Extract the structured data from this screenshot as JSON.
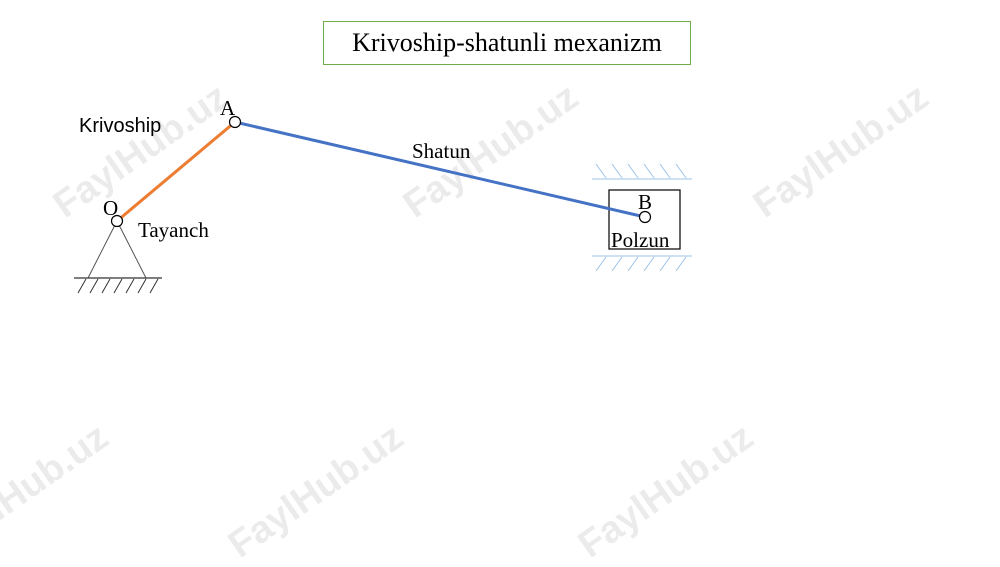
{
  "title": "Krivoship-shatunli mexanizm",
  "labels": {
    "crank": "Krivoship",
    "connecting_rod": "Shatun",
    "support": "Tayanch",
    "slider": "Polzun",
    "point_A": "A",
    "point_O": "O",
    "point_B": "B"
  },
  "watermark": "FaylHub.uz",
  "colors": {
    "crank": "#ed7d31",
    "connecting_rod": "#4472c4",
    "guide_hatch": "#9dc3e6",
    "title_border": "#70ad47"
  }
}
